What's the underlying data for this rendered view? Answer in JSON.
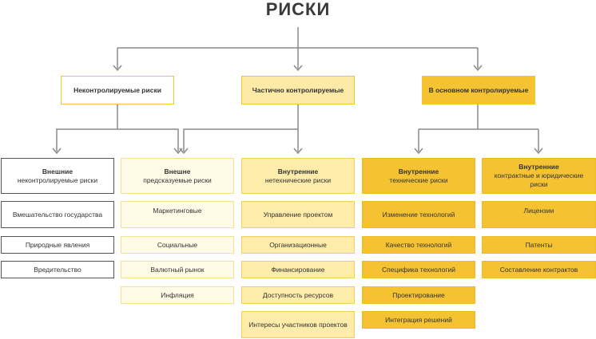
{
  "title": "РИСКИ",
  "top": [
    "Неконтролируемые риски",
    "Частично контролируемые",
    "В основном контролируемые"
  ],
  "columns": [
    {
      "head_bold": "Внешние",
      "head_rest": "неконтролируемые риски",
      "items": [
        "Вмешательство государства",
        "Природные явления",
        "Вредительство"
      ]
    },
    {
      "head_bold": "Внешне",
      "head_rest": "предсказуемые риски",
      "items": [
        "Маркетинговые",
        "Социальные",
        "Валютный рынок",
        "Инфляция"
      ]
    },
    {
      "head_bold": "Внутренние",
      "head_rest": "нетехнические риски",
      "items": [
        "Управление проектом",
        "Организационные",
        "Финансирование",
        "Доступность ресурсов",
        "Интересы участников проектов"
      ]
    },
    {
      "head_bold": "Внутренние",
      "head_rest": "технические риски",
      "items": [
        "Изменение технологий",
        "Качество технологий",
        "Специфика технологий",
        "Проектирование",
        "Интеграция решений"
      ]
    },
    {
      "head_bold": "Внутренние",
      "head_rest": "контрактные и юридические риски",
      "items": [
        "Лицензии",
        "Патенты",
        "Составление контрактов"
      ]
    }
  ]
}
